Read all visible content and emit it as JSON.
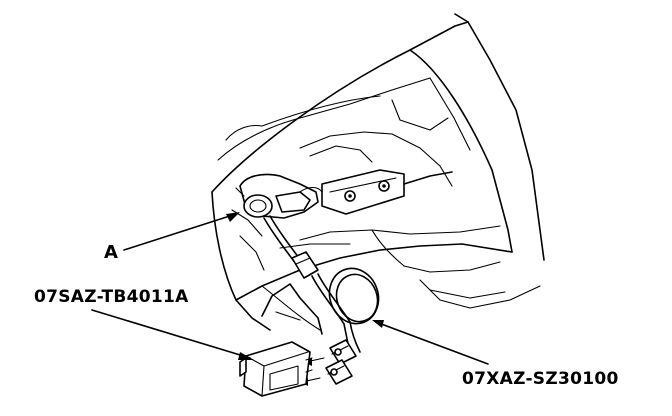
{
  "labels": {
    "component_a": "A",
    "tool_1": "07SAZ-TB4011A",
    "tool_2": "07XAZ-SZ30100"
  },
  "colors": {
    "line": "#000000",
    "background": "#ffffff"
  }
}
